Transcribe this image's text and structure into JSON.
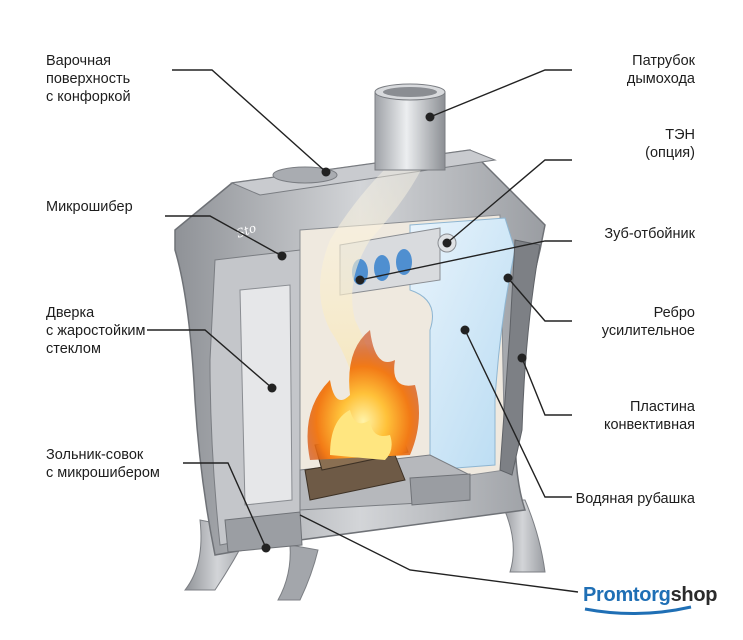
{
  "labels": {
    "cooking_surface": [
      "Варочная",
      "поверхность",
      "с конфоркой"
    ],
    "micro_damper": [
      "Микрошибер"
    ],
    "door": [
      "Дверка",
      "с жаростойким",
      "стеклом"
    ],
    "ash_pan": [
      "Зольник-совок",
      "с микрошибером"
    ],
    "chimney_pipe": [
      "Патрубок",
      "дымохода"
    ],
    "heater": [
      "ТЭН",
      "(опция)"
    ],
    "baffle": [
      "Зуб-отбойник"
    ],
    "rib": [
      "Ребро",
      "усилительное"
    ],
    "convection_plate": [
      "Пластина",
      "конвективная"
    ],
    "water_jacket": [
      "Водяная рубашка"
    ]
  },
  "logo": {
    "part1": "Promtorg",
    "part2": "shop"
  },
  "colors": {
    "steel": "#b9bcc0",
    "steel_dark": "#8e9196",
    "fire": "#f6921e",
    "water": "#cfe6f6",
    "brand": "#1f6fb5"
  }
}
